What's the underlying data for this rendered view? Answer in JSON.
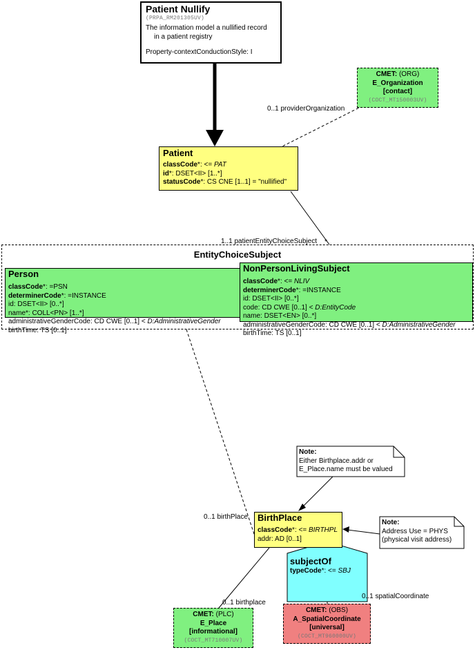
{
  "patient_nullify": {
    "title": "Patient Nullify",
    "id": "(PRPA_RM201305UV)",
    "description_line1": "The information model a nullified record",
    "description_line2": "in a patient registry",
    "style": "Property-contextConductionStyle: I"
  },
  "cmet_org": {
    "prefix": "CMET:",
    "domain": "(ORG)",
    "name": "E_Organization",
    "flavor": "[contact]",
    "id": "(COCT_MT150003UV)"
  },
  "patient": {
    "title": "Patient",
    "attrs": [
      {
        "name": "classCode",
        "req": "*",
        "rest": ": <= ",
        "val": "PAT",
        "val_italic": true
      },
      {
        "name": "id",
        "req": "*",
        "rest": ": DSET<II> [1..*]",
        "val": "",
        "val_italic": false
      },
      {
        "name": "statusCode",
        "req": "*",
        "rest": ": CS CNE [1..1] = \"nullified\"",
        "val": "",
        "val_italic": false
      }
    ]
  },
  "entity_choice": {
    "title": "EntityChoiceSubject"
  },
  "person": {
    "title": "Person",
    "attrs": [
      {
        "name": "classCode",
        "req": "*",
        "rest": ": =PSN",
        "val": "",
        "val_italic": false
      },
      {
        "name": "determinerCode",
        "req": "*",
        "rest": ": =INSTANCE",
        "val": "",
        "val_italic": false
      },
      {
        "name": "",
        "req": "",
        "rest": "id: DSET<II> [0..*]",
        "val": "",
        "val_italic": false
      },
      {
        "name": "",
        "req": "",
        "rest": "name*: COLL<PN> [1..*]",
        "val": "",
        "val_italic": false
      },
      {
        "name": "",
        "req": "",
        "rest": "administrativeGenderCode: CD CWE [0..1] < ",
        "val": "D:AdministrativeGender",
        "val_italic": true
      },
      {
        "name": "",
        "req": "",
        "rest": "birthTime: TS [0..1]",
        "val": "",
        "val_italic": false
      }
    ]
  },
  "nonperson": {
    "title": "NonPersonLivingSubject",
    "attrs": [
      {
        "name": "classCode",
        "req": "*",
        "rest": ": <= ",
        "val": "NLIV",
        "val_italic": true
      },
      {
        "name": "determinerCode",
        "req": "*",
        "rest": ": =INSTANCE",
        "val": "",
        "val_italic": false
      },
      {
        "name": "",
        "req": "",
        "rest": "id: DSET<II> [0..*]",
        "val": "",
        "val_italic": false
      },
      {
        "name": "",
        "req": "",
        "rest": "code: CD CWE [0..1] < ",
        "val": "D:EntityCode",
        "val_italic": true
      },
      {
        "name": "",
        "req": "",
        "rest": "name: DSET<EN> [0..*]",
        "val": "",
        "val_italic": false
      },
      {
        "name": "",
        "req": "",
        "rest": "administrativeGenderCode: CD CWE [0..1] < ",
        "val": "D:AdministrativeGender",
        "val_italic": true
      },
      {
        "name": "",
        "req": "",
        "rest": "birthTime: TS [0..1]",
        "val": "",
        "val_italic": false
      }
    ]
  },
  "note1": {
    "title": "Note:",
    "line1": "Either Birthplace.addr or",
    "line2": "E_Place.name must be valued"
  },
  "note2": {
    "title": "Note:",
    "line1": "Address Use = PHYS",
    "line2": "(physical visit address)"
  },
  "birthplace": {
    "title": "BirthPlace",
    "attrs": [
      {
        "name": "classCode",
        "req": "*",
        "rest": ": <= ",
        "val": "BIRTHPL",
        "val_italic": true
      },
      {
        "name": "",
        "req": "",
        "rest": "addr: AD [0..1]",
        "val": "",
        "val_italic": false
      }
    ]
  },
  "subjectof": {
    "title": "subjectOf",
    "attrs": [
      {
        "name": "typeCode",
        "req": "*",
        "rest": ": <= ",
        "val": "SBJ",
        "val_italic": true
      }
    ]
  },
  "cmet_plc": {
    "prefix": "CMET:",
    "domain": "(PLC)",
    "name": "E_Place",
    "flavor": "[informational]",
    "id": "(COCT_MT710007UV)"
  },
  "cmet_obs": {
    "prefix": "CMET:",
    "domain": "(OBS)",
    "name": "A_SpatialCoordinate",
    "flavor": "[universal]",
    "id": "(COCT_MT960000UV)"
  },
  "labels": {
    "provider_org": "0..1 providerOrganization",
    "patient_entity": "1..1 patientEntityChoiceSubject",
    "birth_place": "0..1 birthPlace",
    "birthplace_plc": "0..1 birthplace",
    "spatial": "0..1 spatialCoordinate"
  },
  "colors": {
    "act_pink": "#f08080",
    "role_yellow": "#ffff80",
    "entity_green": "#80f080",
    "rel_cyan": "#80ffff"
  }
}
